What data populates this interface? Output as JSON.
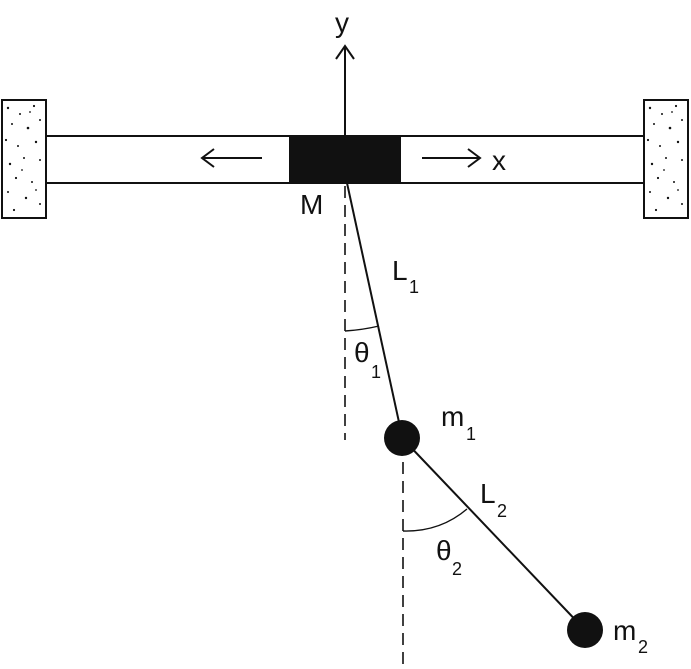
{
  "labels": {
    "y_axis": "y",
    "x_axis": "x",
    "cart_mass": "M",
    "rod1_length": "L",
    "rod1_sub": "1",
    "angle1": "θ",
    "angle1_sub": "1",
    "mass1": "m",
    "mass1_sub": "1",
    "rod2_length": "L",
    "rod2_sub": "2",
    "angle2": "θ",
    "angle2_sub": "2",
    "mass2": "m",
    "mass2_sub": "2"
  },
  "colors": {
    "ink": "#111111",
    "cart_fill": "#111111",
    "wall_fill": "#ffffff",
    "background": "#ffffff"
  }
}
